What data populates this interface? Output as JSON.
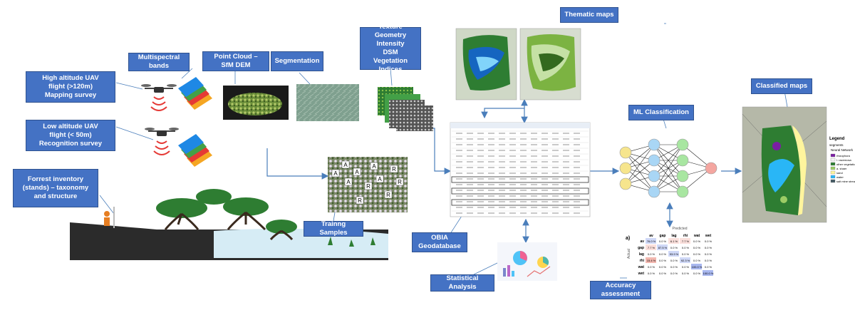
{
  "labels": {
    "high_uav": "High altitude UAV\nflight  (>120m)\nMapping survey",
    "multispectral": "Multispectral\nbands",
    "point_cloud": "Point Cloud –\nSfM DEM",
    "segmentation": "Segmentation",
    "features": "Texture\nGeometry\nIntensity\nDSM\nVegetation Indices",
    "thematic": "Thematic maps",
    "low_uav": "Low altitude UAV\nflight  (< 50m)\nRecognition survey",
    "forest": "Forrest inventory\n(stands) – taxonomy\nand structure",
    "training": "Trainng Samples",
    "obia": "OBIA\nGeodatabase",
    "stats": "Statistical Analysis",
    "ml": "ML Classification",
    "accuracy": "Accuracy\nassessment",
    "classified": "Classified maps"
  },
  "sample_letter": [
    "A",
    "A",
    "A",
    "A",
    "A",
    "A",
    "R",
    "R",
    "R",
    "R",
    "R"
  ],
  "legend": {
    "title": "Legend",
    "subtitle": "segments",
    "group": "Neural Network",
    "items": [
      {
        "label": "rhizophora",
        "color": "#7a1fa2"
      },
      {
        "label": "l. racemosa",
        "color": "#f5f5f5"
      },
      {
        "label": "other vegetation",
        "color": "#2e7d32"
      },
      {
        "label": "a. shaer",
        "color": "#9ccc65"
      },
      {
        "label": "sand",
        "color": "#fff59d"
      },
      {
        "label": "water",
        "color": "#29b6f6"
      },
      {
        "label": "salt mine stream",
        "color": "#455a64"
      }
    ]
  },
  "confusion": {
    "title": "Predicted",
    "panel": "a)",
    "row_axis": "Actual",
    "cols": [
      "av",
      "gap",
      "lag",
      "rhi",
      "wat",
      "wet"
    ],
    "rows": [
      {
        "name": "av",
        "cells": [
          "76.0 %",
          "0.0 %",
          "6.1 %",
          "7.7 %",
          "0.0 %",
          "0.0 %"
        ]
      },
      {
        "name": "gap",
        "cells": [
          "7.7 %",
          "87.5 %",
          "0.0 %",
          "0.0 %",
          "0.0 %",
          "0.0 %"
        ]
      },
      {
        "name": "lag",
        "cells": [
          "0.0 %",
          "0.0 %",
          "93.9 %",
          "0.0 %",
          "0.0 %",
          "0.0 %"
        ]
      },
      {
        "name": "rhi",
        "cells": [
          "15.4 %",
          "0.0 %",
          "0.0 %",
          "92.3 %",
          "0.0 %",
          "0.0 %"
        ]
      },
      {
        "name": "wat",
        "cells": [
          "0.0 %",
          "0.0 %",
          "0.0 %",
          "0.0 %",
          "100.0 %",
          "0.0 %"
        ]
      },
      {
        "name": "wet",
        "cells": [
          "0.0 %",
          "0.0 %",
          "0.0 %",
          "0.0 %",
          "0.0 %",
          "100.0 %"
        ]
      }
    ]
  },
  "colors": {
    "label_fill": "#4472c4",
    "arrow": "#4a7ebb",
    "ml_input": "#f6e58d",
    "ml_hidden1": "#a9d6f5",
    "ml_hidden2": "#a8e6a1",
    "ml_output": "#f4a6a0"
  }
}
